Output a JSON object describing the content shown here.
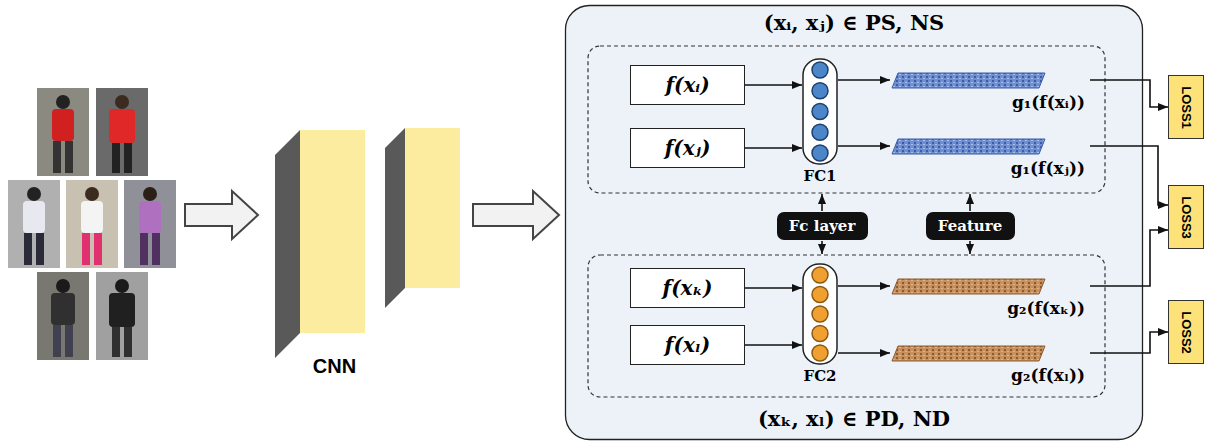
{
  "diagram": {
    "nodes": [
      {
        "text": [
          "CNN"
        ]
      },
      {
        "text": [
          "(xᵢ, xⱼ) ∈ PS, NS",
          "(xₖ, xₗ) ∈ PD, ND"
        ]
      },
      {
        "text": [
          "f(xᵢ)"
        ],
        "in": 1
      },
      {
        "text": [
          "FC1"
        ],
        "in": 1
      },
      {
        "text": [
          "g₁(f(xᵢ))"
        ],
        "in": 1
      },
      {
        "text": [
          "f(xⱼ)"
        ],
        "in": 1
      },
      {
        "text": [
          "g₁(f(xⱼ))"
        ],
        "in": 1
      },
      {
        "text": [
          "Fc layer"
        ],
        "in": 1
      },
      {
        "text": [
          "Feature"
        ],
        "in": 1
      },
      {
        "text": [
          "f(xₖ)"
        ],
        "in": 1
      },
      {
        "text": [
          "FC2"
        ],
        "in": 1
      },
      {
        "text": [
          "g₂(f(xₖ))"
        ],
        "in": 1
      },
      {
        "text": [
          "f(xₗ)"
        ],
        "in": 1
      },
      {
        "text": [
          "g₂(f(xₗ))"
        ],
        "in": 1
      },
      {
        "text": [
          "LOSS1"
        ]
      },
      {
        "text": [
          "LOSS3"
        ]
      },
      {
        "text": [
          "LOSS2"
        ]
      }
    ],
    "edges": [
      {
        "from": 0,
        "to": 1,
        "arrow": "to"
      },
      {
        "from": 2,
        "to": 3,
        "arrow": "to"
      },
      {
        "from": 5,
        "to": 3,
        "arrow": "to"
      },
      {
        "from": 3,
        "to": 4,
        "arrow": "to"
      },
      {
        "from": 3,
        "to": 6,
        "arrow": "to"
      },
      {
        "from": 9,
        "to": 10,
        "arrow": "to"
      },
      {
        "from": 12,
        "to": 10,
        "arrow": "to"
      },
      {
        "from": 10,
        "to": 11,
        "arrow": "to"
      },
      {
        "from": 10,
        "to": 13,
        "arrow": "to"
      },
      {
        "from": 4,
        "to": 14,
        "arrow": "to"
      },
      {
        "from": 6,
        "to": 15,
        "arrow": "to"
      },
      {
        "from": 11,
        "to": 15,
        "arrow": "to"
      },
      {
        "from": 13,
        "to": 16,
        "arrow": "to"
      }
    ]
  }
}
